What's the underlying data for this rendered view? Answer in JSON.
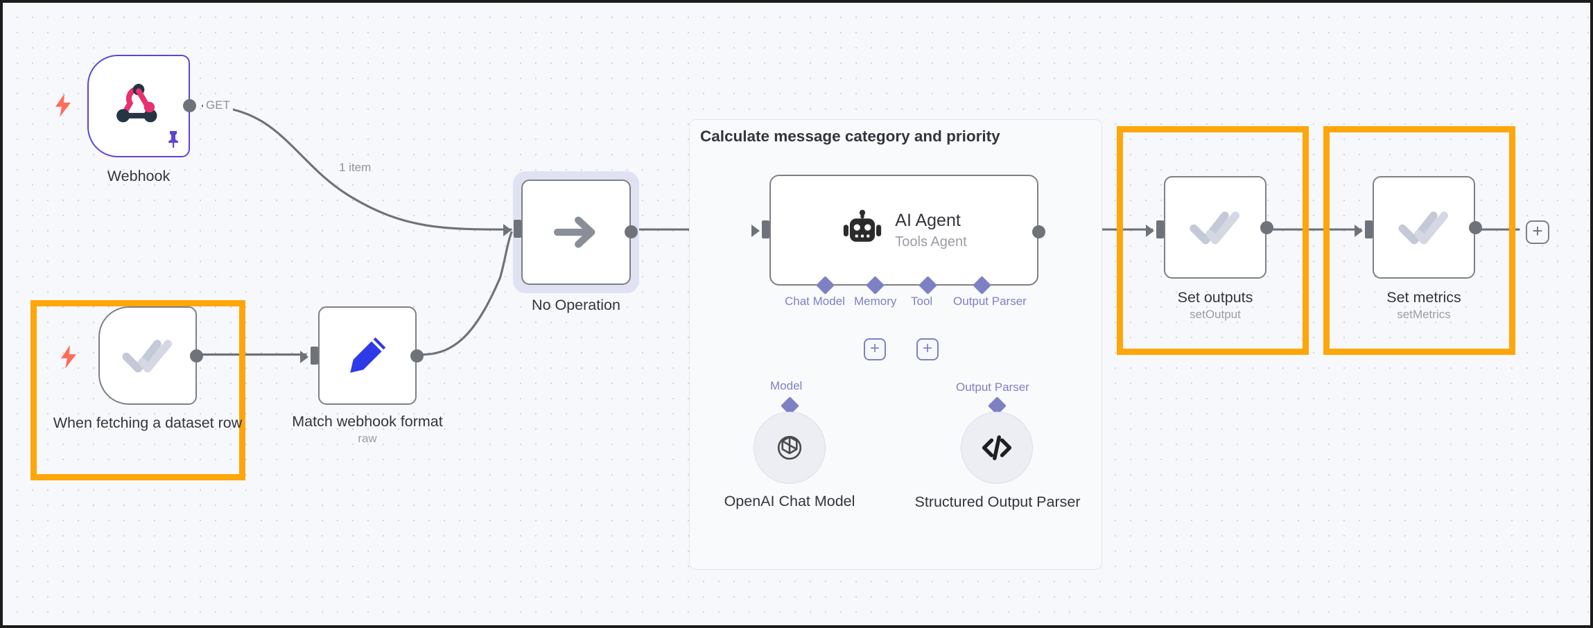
{
  "canvas": {
    "background_color": "#f7f8fb",
    "grid_dot_color": "#cfd3dd",
    "border_color": "#1c1c1c"
  },
  "colors": {
    "highlight": "#FFA60A",
    "trigger_border": "#5b45d6",
    "connector": "#6e7279",
    "ai_accent": "#7d81c4",
    "bolt": "#ff6d5a",
    "webhook_pink": "#e8326e",
    "webhook_dark": "#253544",
    "edit_blue": "#2d3ae8",
    "check_gray": "#c3c9d6"
  },
  "group": {
    "title": "Calculate message category and priority"
  },
  "nodes": [
    {
      "id": "webhook",
      "title": "Webhook",
      "subtitle": "",
      "icon": "webhook-icon",
      "kind": "trigger",
      "highlighted": false,
      "selected": false,
      "pinned": true
    },
    {
      "id": "when-fetching-dataset-row",
      "title": "When fetching a dataset row",
      "subtitle": "",
      "icon": "double-check-icon",
      "kind": "trigger",
      "highlighted": true,
      "selected": false,
      "pinned": false
    },
    {
      "id": "match-webhook-format",
      "title": "Match webhook format",
      "subtitle": "raw",
      "icon": "pencil-icon",
      "kind": "action",
      "highlighted": false,
      "selected": false,
      "pinned": false
    },
    {
      "id": "no-operation",
      "title": "No Operation",
      "subtitle": "",
      "icon": "arrow-right-icon",
      "kind": "action",
      "highlighted": false,
      "selected": true,
      "pinned": false
    },
    {
      "id": "ai-agent",
      "title": "AI Agent",
      "subtitle": "Tools Agent",
      "icon": "robot-icon",
      "kind": "wide",
      "highlighted": false,
      "selected": false,
      "pinned": false
    },
    {
      "id": "set-outputs",
      "title": "Set outputs",
      "subtitle": "setOutput",
      "icon": "double-check-icon",
      "kind": "action",
      "highlighted": true,
      "selected": false,
      "pinned": false
    },
    {
      "id": "set-metrics",
      "title": "Set metrics",
      "subtitle": "setMetrics",
      "icon": "double-check-icon",
      "kind": "action",
      "highlighted": true,
      "selected": false,
      "pinned": false
    }
  ],
  "sub_nodes": [
    {
      "id": "openai-chat-model",
      "title": "OpenAI Chat Model",
      "icon": "openai-icon",
      "connection_label": "Model"
    },
    {
      "id": "structured-output-parser",
      "title": "Structured Output Parser",
      "icon": "code-brackets-icon",
      "connection_label": "Output Parser"
    }
  ],
  "agent_ports": [
    {
      "label": "Chat Model"
    },
    {
      "label": "Memory"
    },
    {
      "label": "Tool"
    },
    {
      "label": "Output Parser"
    }
  ],
  "edge_labels": {
    "webhook_out": "GET",
    "webhook_items": "1 item"
  },
  "add_button": {
    "label": "+"
  },
  "port_add_button": {
    "label": "+"
  }
}
